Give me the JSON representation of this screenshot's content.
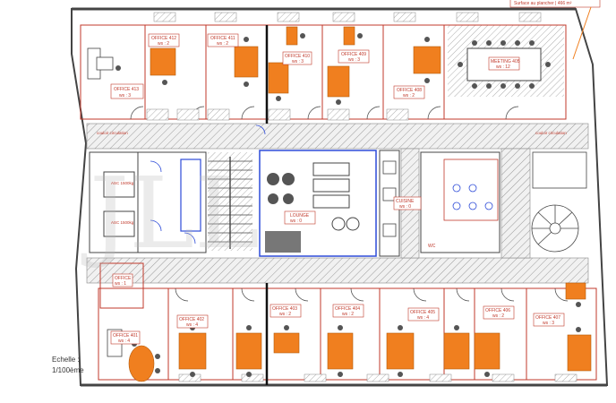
{
  "plan": {
    "scale_label": "Echelle :",
    "scale_value": "1/100ème",
    "legend": "Surface au plancher | 466 m²",
    "watermark": "JLL"
  },
  "rooms_top": [
    {
      "id": "OFFICE 413",
      "ws": "ws : 3"
    },
    {
      "id": "OFFICE 412",
      "ws": "ws : 2"
    },
    {
      "id": "OFFICE 411",
      "ws": "ws : 2"
    },
    {
      "id": "OFFICE 410",
      "ws": "ws : 3"
    },
    {
      "id": "OFFICE 409",
      "ws": "ws : 3"
    },
    {
      "id": "OFFICE 408",
      "ws": "ws : 2"
    },
    {
      "id": "MEETING 405",
      "ws": "ws : 12"
    }
  ],
  "rooms_bottom": [
    {
      "id": "OFFICE 401",
      "ws": "ws : 4"
    },
    {
      "id": "OFFICE 402",
      "ws": "ws : 4"
    },
    {
      "id": "OFFICE 403",
      "ws": "ws : 2"
    },
    {
      "id": "OFFICE 404",
      "ws": "ws : 2"
    },
    {
      "id": "OFFICE 405",
      "ws": "ws : 4"
    },
    {
      "id": "OFFICE 406",
      "ws": "ws : 2"
    },
    {
      "id": "OFFICE 407",
      "ws": "ws : 3"
    },
    {
      "id": "OFFICE",
      "ws": "ws : 1"
    }
  ],
  "core": {
    "lounge": "LOUNGE",
    "lounge_ws": "ws : 0",
    "kitchen": "CUISINE",
    "kitchen_ws": "ws : 0",
    "wc": "WC",
    "lift1": "ASC 1500kg",
    "lift2": "ASC 1500kg",
    "circ_left": "couloir circulation",
    "circ_right": "couloir circulation"
  },
  "colors": {
    "furniture": "#f07f1f",
    "walls": "#c0392b",
    "accent_blue": "#2d4bd8"
  }
}
